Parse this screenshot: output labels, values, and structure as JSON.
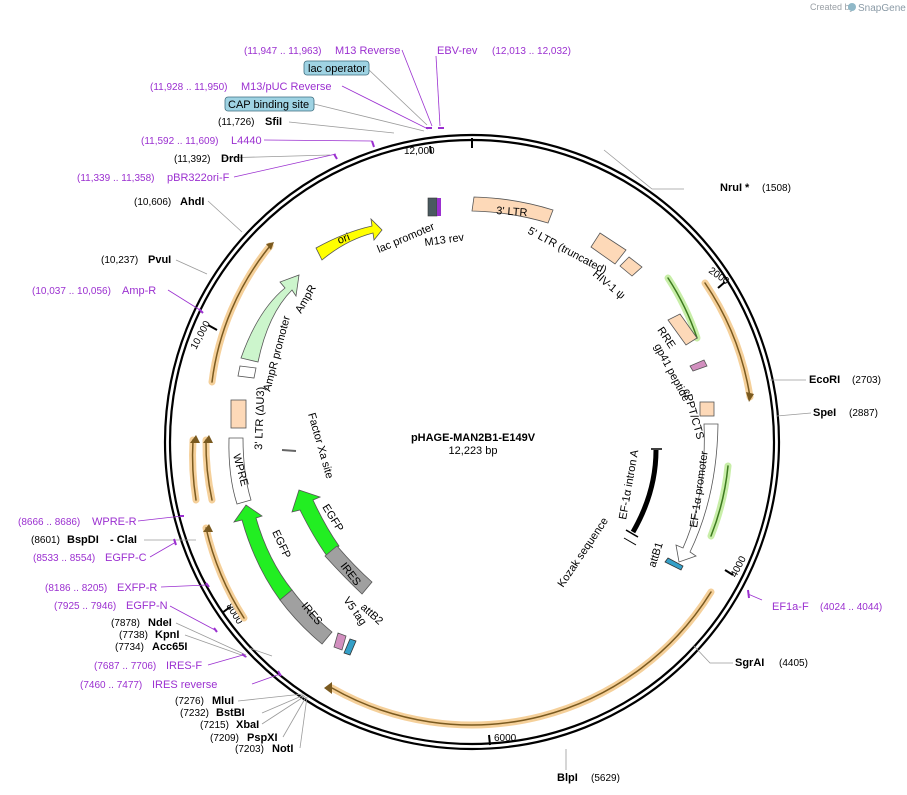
{
  "credit": {
    "created_by": "Created by",
    "brand": "SnapGene"
  },
  "plasmid": {
    "name": "pHAGE-MAN2B1-E149V",
    "size": "12,223 bp"
  },
  "ticks": [
    "2000",
    "4000",
    "6000",
    "8000",
    "10,000",
    "12,000"
  ],
  "enzymes": [
    {
      "name": "NruI *",
      "pos": "(1508)"
    },
    {
      "name": "EcoRI",
      "pos": "(2703)"
    },
    {
      "name": "SpeI",
      "pos": "(2887)"
    },
    {
      "name": "SgrAI",
      "pos": "(4405)"
    },
    {
      "name": "BlpI",
      "pos": "(5629)"
    },
    {
      "name": "NotI",
      "pos": "(7203)"
    },
    {
      "name": "PspXI",
      "pos": "(7209)"
    },
    {
      "name": "XbaI",
      "pos": "(7215)"
    },
    {
      "name": "BstBI",
      "pos": "(7232)"
    },
    {
      "name": "MluI",
      "pos": "(7276)"
    },
    {
      "name": "Acc65I",
      "pos": "(7734)"
    },
    {
      "name": "KpnI",
      "pos": "(7738)"
    },
    {
      "name": "NdeI",
      "pos": "(7878)"
    },
    {
      "name": "BspDI",
      "name2": "- ClaI",
      "pos": "(8601)"
    },
    {
      "name": "PvuI",
      "pos": "(10,237)"
    },
    {
      "name": "AhdI",
      "pos": "(10,606)"
    },
    {
      "name": "DrdI",
      "pos": "(11,392)"
    },
    {
      "name": "SfiI",
      "pos": "(11,726)"
    }
  ],
  "primers": [
    {
      "name": "M13 Reverse",
      "range": "(11,947 .. 11,963)"
    },
    {
      "name": "EBV-rev",
      "range": "(12,013 .. 12,032)"
    },
    {
      "name": "M13/pUC Reverse",
      "range": "(11,928 .. 11,950)"
    },
    {
      "name": "L4440",
      "range": "(11,592 .. 11,609)"
    },
    {
      "name": "pBR322ori-F",
      "range": "(11,339 .. 11,358)"
    },
    {
      "name": "Amp-R",
      "range": "(10,037 .. 10,056)"
    },
    {
      "name": "WPRE-R",
      "range": "(8666 .. 8686)"
    },
    {
      "name": "EGFP-C",
      "range": "(8533 .. 8554)"
    },
    {
      "name": "EXFP-R",
      "range": "(8186 .. 8205)"
    },
    {
      "name": "EGFP-N",
      "range": "(7925 .. 7946)"
    },
    {
      "name": "IRES-F",
      "range": "(7687 .. 7706)"
    },
    {
      "name": "IRES reverse",
      "range": "(7460 .. 7477)"
    },
    {
      "name": "EF1a-F",
      "range": "(4024 .. 4044)"
    }
  ],
  "boxed_labels": [
    "lac operator",
    "CAP binding site"
  ],
  "features": {
    "ltr3": "3' LTR",
    "ltr5": "5' LTR (truncated)",
    "hiv": "HIV-1 ψ",
    "rre": "RRE",
    "gp41": "gp41 peptide",
    "cppt": "cPPT/CTS",
    "ef1a_promoter": "EF-1α promoter",
    "ef1a_intron": "EF-1α intron A",
    "attb1": "attB1",
    "kozak": "Kozak sequence",
    "ori": "ori",
    "ampr": "AmpR",
    "ampr_promoter": "AmpR promoter",
    "ltr3_du3": "3' LTR (ΔU3)",
    "wpre": "WPRE",
    "factor_xa": "Factor Xa site",
    "egfp_a": "EGFP",
    "ires_a": "IRES",
    "egfp_b": "EGFP",
    "ires_b": "IRES",
    "v5": "V5 tag",
    "attb2": "attB2",
    "lac_promoter": "lac promoter",
    "m13_rev": "M13 rev"
  },
  "colors": {
    "primer": "#9b30d0",
    "ori": "#ffff00",
    "ampr": "#ccf5cc",
    "egfp": "#22ee22",
    "ires": "#a0a0a0",
    "ltr": "#fdd9b8",
    "orf_arrow": "#f5a623",
    "orf_arrow_green": "#7ad04a"
  }
}
